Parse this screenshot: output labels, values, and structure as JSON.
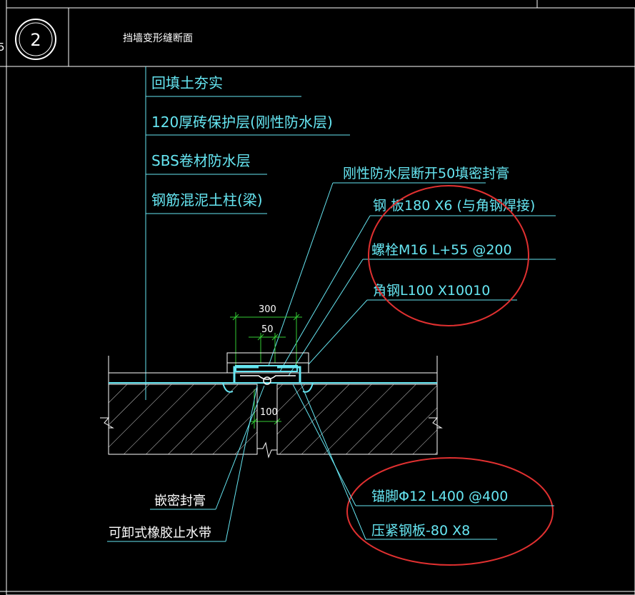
{
  "header": {
    "number": "2",
    "title": "挡墙变形缝断面",
    "edge_mark": "5"
  },
  "labels_left_top": [
    "回填土夯实",
    "120厚砖保护层(刚性防水层)",
    "SBS卷材防水层",
    "钢筋混泥土柱(梁)"
  ],
  "labels_right_top": [
    "刚性防水层断开50填密封膏",
    "钢  板180 X6 (与角钢焊接)",
    "螺栓M16 L+55 @200",
    "角钢L100 X10010"
  ],
  "labels_bottom_left": [
    "嵌密封膏",
    "可卸式橡胶止水带"
  ],
  "labels_bottom_right": [
    "锚脚Φ12  L400 @400",
    "压紧钢板-80 X8"
  ],
  "dimensions": {
    "d300": "300",
    "d50": "50",
    "d100": "100"
  },
  "colors": {
    "background": "#000000",
    "linework": "#ffffff",
    "annotation": "#66e6f2",
    "dimension": "#33cc33",
    "highlight_circle": "#e03030"
  }
}
